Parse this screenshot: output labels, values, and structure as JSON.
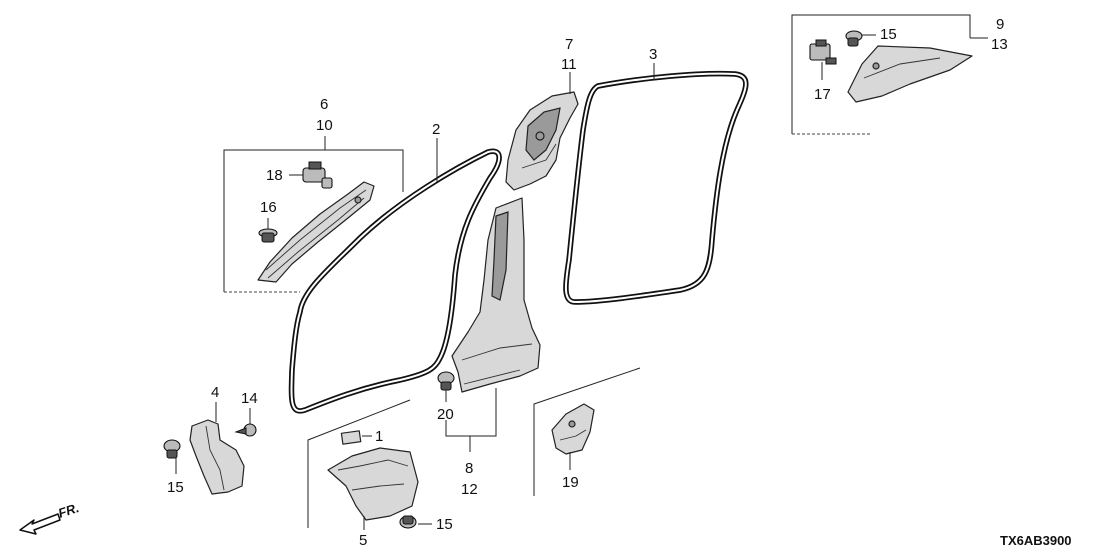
{
  "callouts": {
    "c1": "1",
    "c2": "2",
    "c3": "3",
    "c4": "4",
    "c5": "5",
    "c6": "6",
    "c7": "7",
    "c8": "8",
    "c9": "9",
    "c10": "10",
    "c11": "11",
    "c12": "12",
    "c13": "13",
    "c14": "14",
    "c15a": "15",
    "c15b": "15",
    "c15c": "15",
    "c16": "16",
    "c17": "17",
    "c18": "18",
    "c19": "19",
    "c20": "20"
  },
  "direction_label": "FR.",
  "diagram_code": "TX6AB3900"
}
